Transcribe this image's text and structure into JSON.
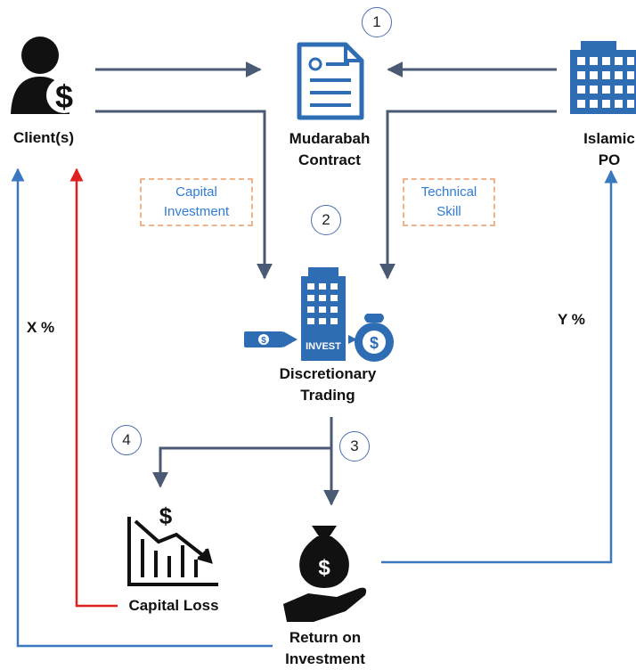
{
  "nodes": {
    "client": "Client(s)",
    "contract_line1": "Mudarabah",
    "contract_line2": "Contract",
    "po_line1": "Islamic",
    "po_line2": "PO",
    "trading_line1": "Discretionary",
    "trading_line2": "Trading",
    "loss": "Capital Loss",
    "roi_line1": "Return on",
    "roi_line2": "Investment",
    "invest_sign": "INVEST"
  },
  "inputs": {
    "capital_line1": "Capital",
    "capital_line2": "Investment",
    "skill_line1": "Technical",
    "skill_line2": "Skill"
  },
  "steps": [
    "1",
    "2",
    "3",
    "4"
  ],
  "shares": {
    "client": "X %",
    "po": "Y %"
  },
  "colors": {
    "arrow_dark": "#4a5a75",
    "return_blue": "#3a78bf",
    "loss_red": "#e0201e",
    "icon_blue": "#2e6db4",
    "label_blue": "#2f7bd6",
    "dashed_orange": "#f0b48a"
  },
  "icons": [
    "client-dollar-icon",
    "contract-document-icon",
    "building-icon",
    "invest-building-icon",
    "declining-chart-icon",
    "money-bag-hand-icon"
  ]
}
